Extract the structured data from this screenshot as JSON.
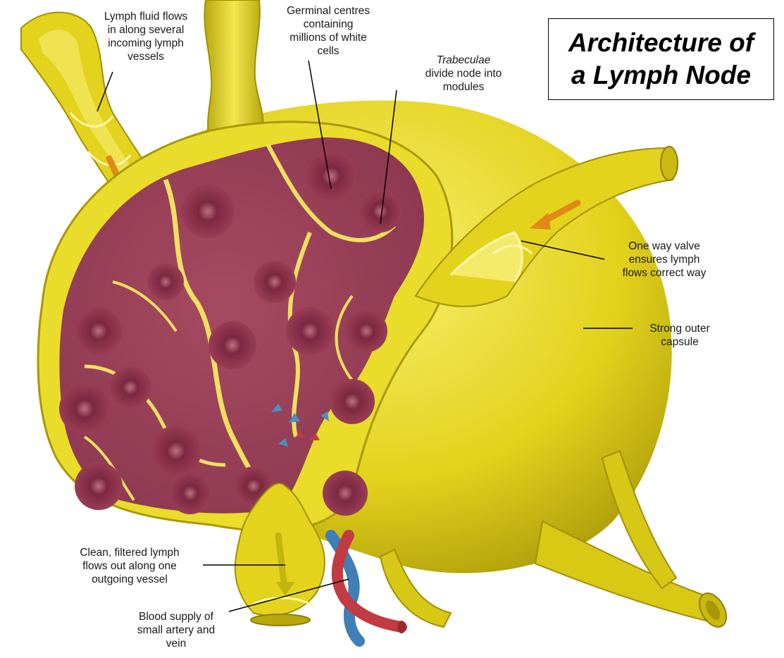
{
  "title": {
    "line1": "Architecture of",
    "line2": "a Lymph Node"
  },
  "labels": {
    "lymph_in": [
      "Lymph fluid flows",
      "in along several",
      "incoming lymph",
      "vessels"
    ],
    "germinal": [
      "Germinal centres",
      "containing",
      "millions of white",
      "cells"
    ],
    "trabeculae": {
      "italic": "Trabeculae",
      "rest": [
        "divide node into",
        "modules"
      ]
    },
    "valve": [
      "One way valve",
      "ensures lymph",
      "flows correct way"
    ],
    "capsule": [
      "Strong outer",
      "capsule"
    ],
    "outflow": [
      "Clean, filtered lymph",
      "flows out along one",
      "outgoing vessel"
    ],
    "blood": [
      "Blood supply of",
      "small artery and",
      "vein"
    ]
  },
  "colors": {
    "capsule_yellow": "#e6d61a",
    "capsule_dark": "#b3a40a",
    "capsule_light": "#f7ef7a",
    "tissue": "#9c4056",
    "germinal_spot": "#7e2a43",
    "flow_arrow": "#e08a14",
    "artery": "#c83a44",
    "vein": "#4a8fc4"
  }
}
